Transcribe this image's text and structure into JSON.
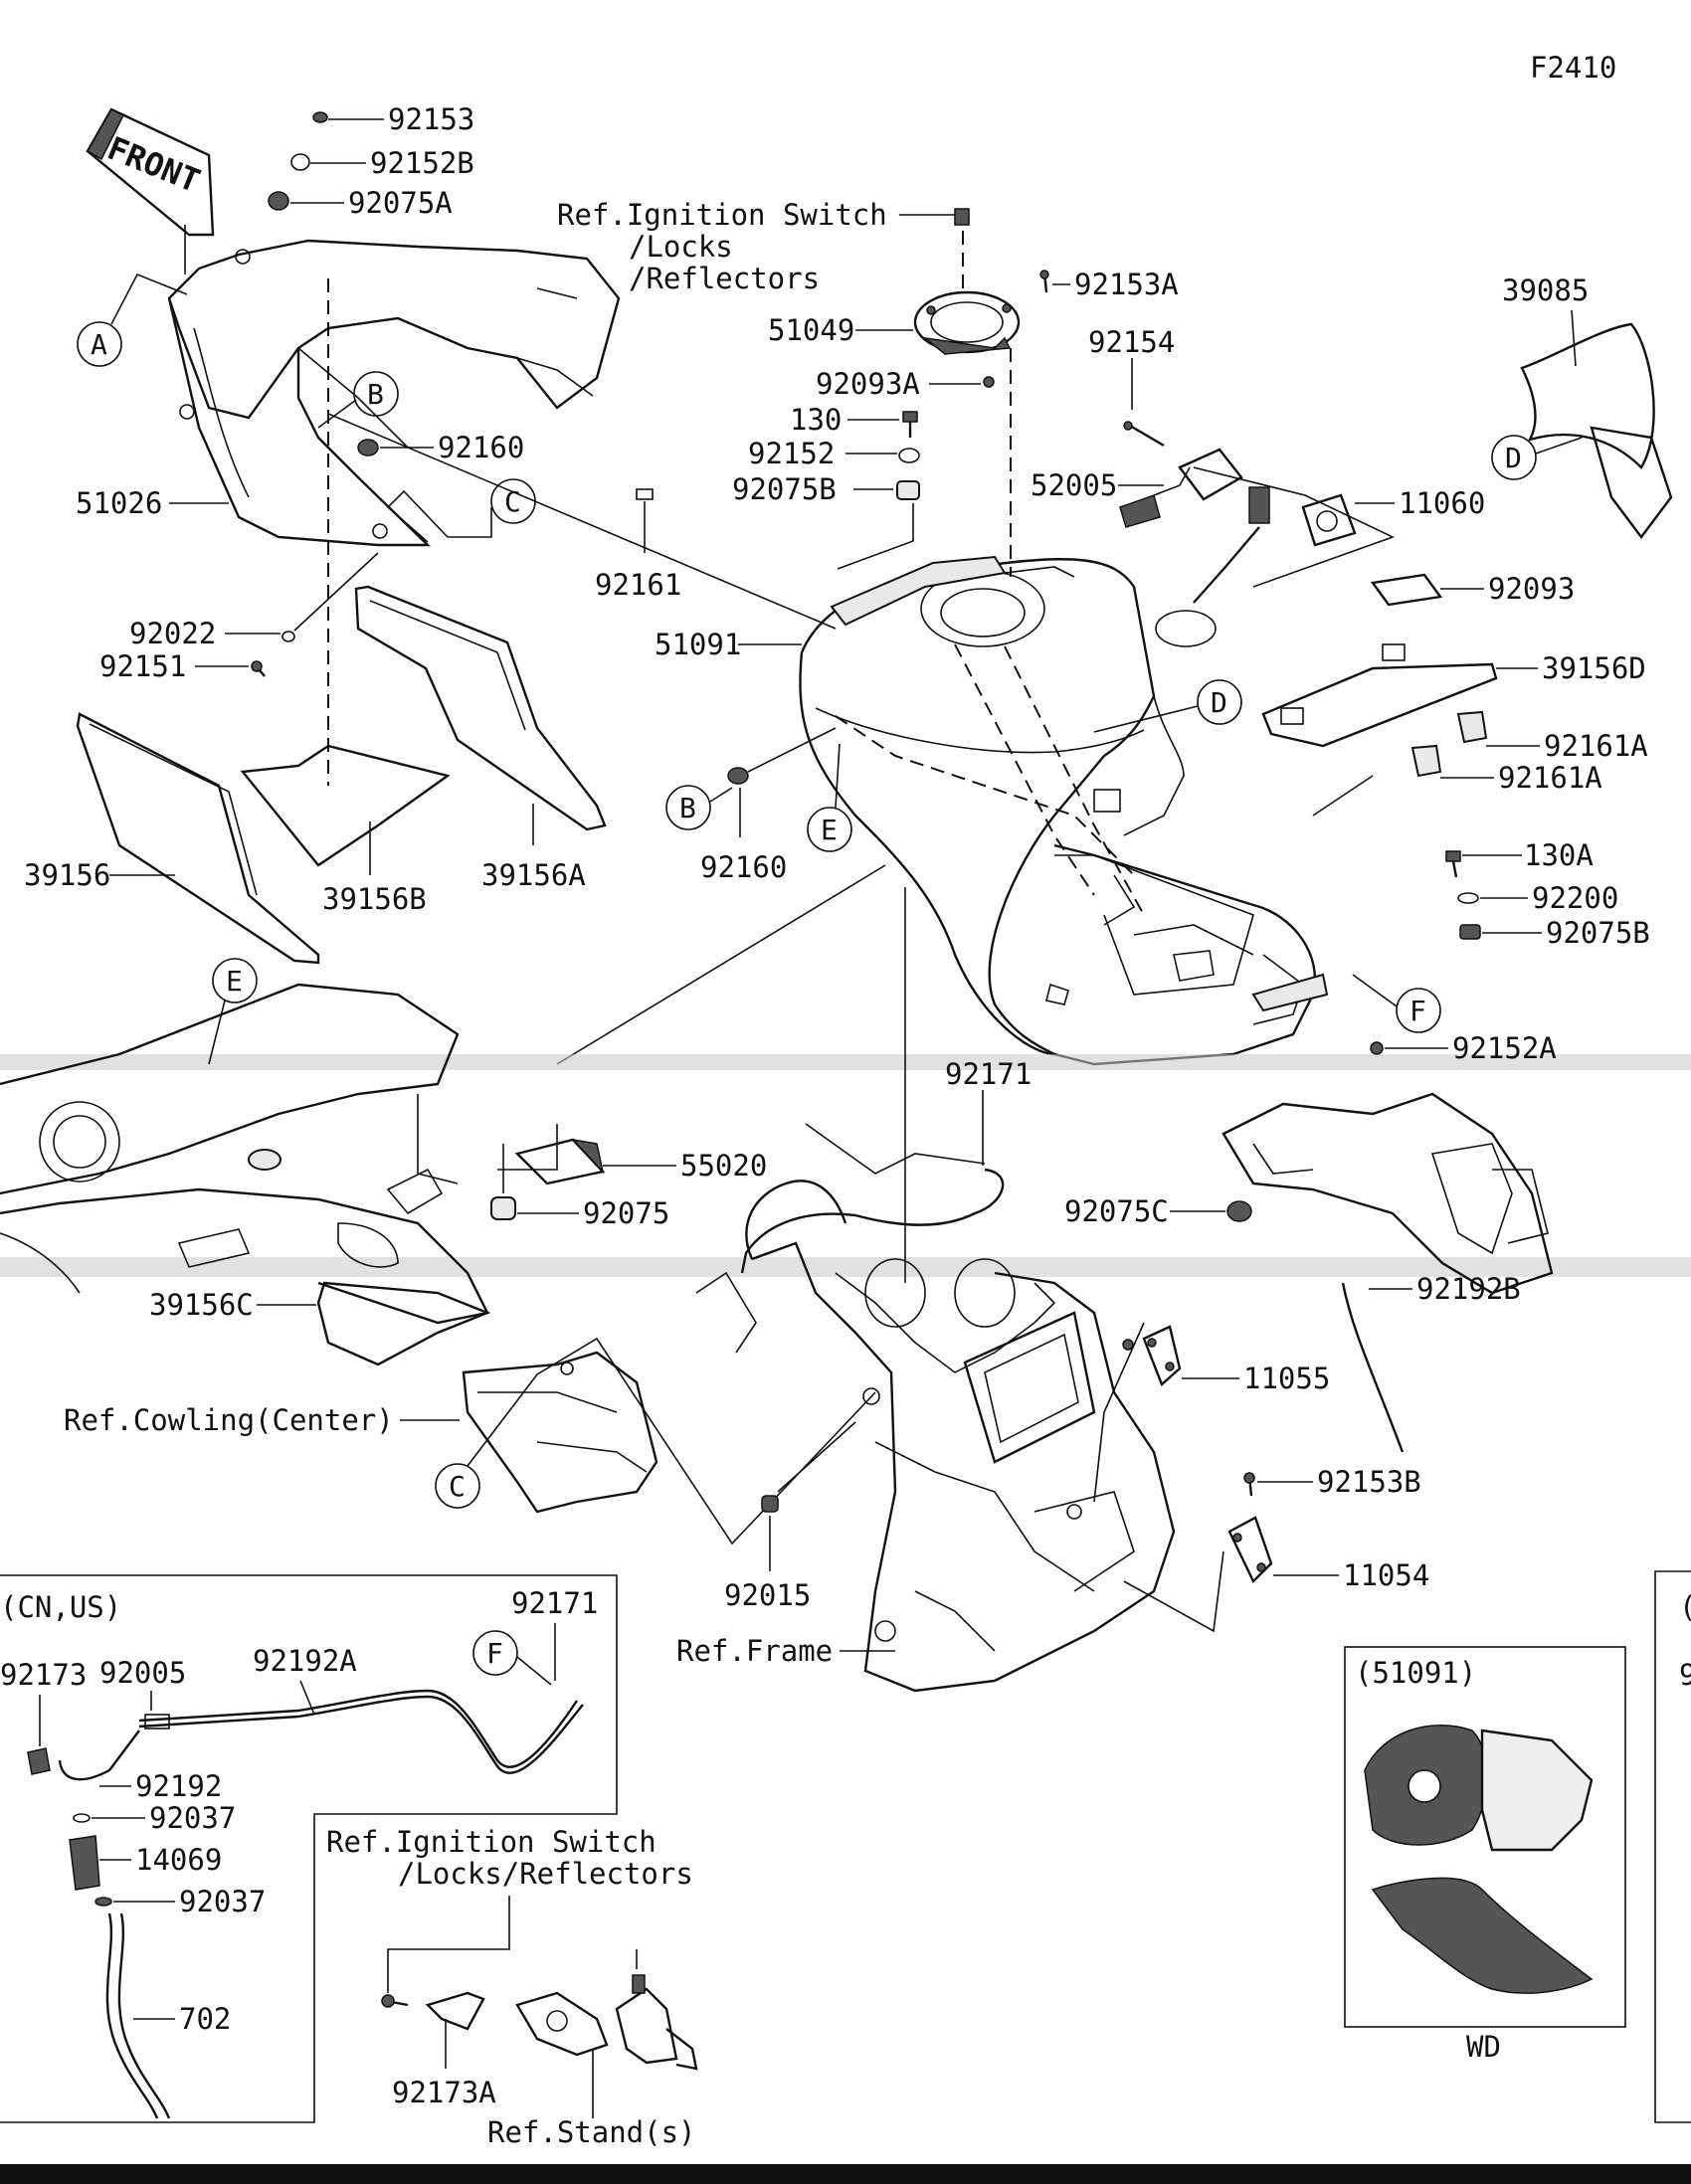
{
  "figure_code": "F2410",
  "front_arrow": "FRONT",
  "part_numbers": {
    "p92153": "92153",
    "p92152B": "92152B",
    "p92075A": "92075A",
    "ref_ignition_1": "Ref.Ignition Switch",
    "ref_ignition_2": "/Locks",
    "ref_ignition_3": "/Reflectors",
    "p92153A": "92153A",
    "p51049": "51049",
    "p92154": "92154",
    "p39085": "39085",
    "p92093A": "92093A",
    "p130": "130",
    "p92160a": "92160",
    "p92152": "92152",
    "p52005": "52005",
    "p11060": "11060",
    "p51026": "51026",
    "p92075B": "92075B",
    "p92161": "92161",
    "p92093": "92093",
    "p92022": "92022",
    "p51091": "51091",
    "p39156D": "39156D",
    "p92151": "92151",
    "p92161A1": "92161A",
    "p92161A2": "92161A",
    "p92160b": "92160",
    "p39156": "39156",
    "p39156B": "39156B",
    "p39156A": "39156A",
    "p130A": "130A",
    "p92200": "92200",
    "p92075B2": "92075B",
    "p92152A": "92152A",
    "p92171a": "92171",
    "p55020": "55020",
    "p92075": "92075",
    "p92075C": "92075C",
    "p39156C": "39156C",
    "p92192B": "92192B",
    "p11055": "11055",
    "ref_cowling": "Ref.Cowling(Center)",
    "p92153B": "92153B",
    "p11054": "11054",
    "p92015": "92015",
    "ref_frame": "Ref.Frame"
  },
  "callouts": {
    "A": "A",
    "B1": "B",
    "C1": "C",
    "D1": "D",
    "D2": "D",
    "B2": "B",
    "E1": "E",
    "E2": "E",
    "F1": "F",
    "C2": "C",
    "F2": "F"
  },
  "inset_cn_us": {
    "title": "(CN,US)",
    "p92171": "92171",
    "p92173": "92173",
    "p92005": "92005",
    "p92192A": "92192A",
    "p92192": "92192",
    "p92037a": "92037",
    "p14069": "14069",
    "p92037b": "92037",
    "p702": "702"
  },
  "inset_ignition": {
    "ref_1": "Ref.Ignition Switch",
    "ref_2": "/Locks/Reflectors",
    "p92173A": "92173A",
    "ref_stand": "Ref.Stand(s)"
  },
  "inset_51091": {
    "title": "(51091)",
    "caption": "WD"
  },
  "inset_right_partial": {
    "title": "(",
    "text": "9"
  }
}
